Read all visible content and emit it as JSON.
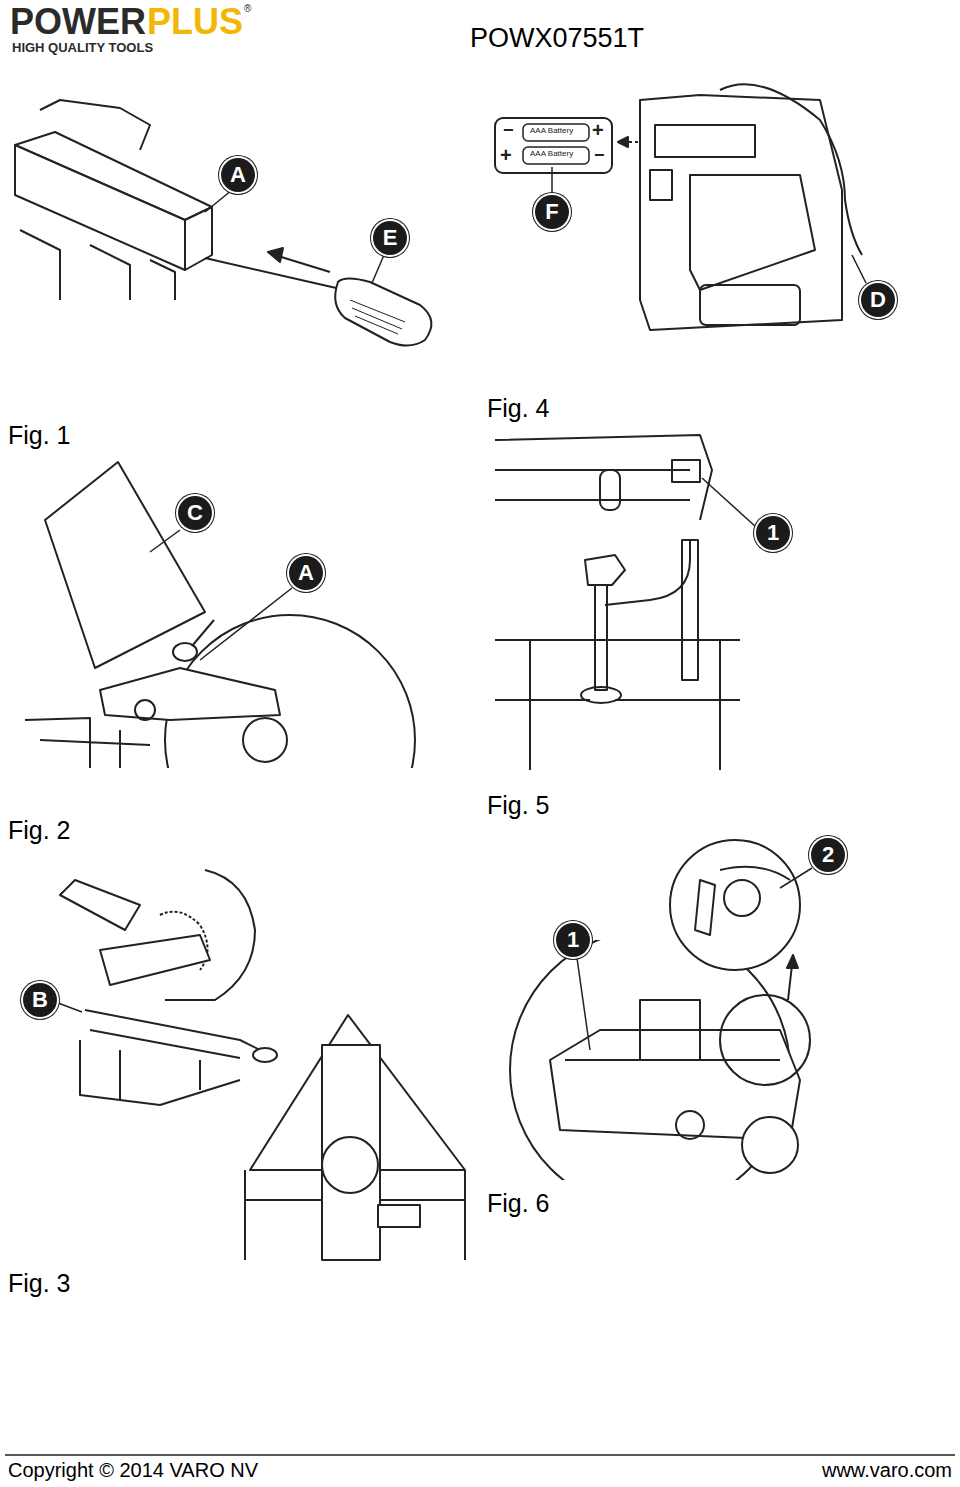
{
  "diagram": {
    "nodes": [
      {
        "text": [
          "A"
        ]
      },
      {
        "text": [
          "F"
        ]
      },
      {
        "text": [
          "E"
        ]
      },
      {
        "text": [
          "D"
        ]
      },
      {
        "text": [
          "C"
        ]
      },
      {
        "text": [
          "1"
        ]
      },
      {
        "text": [
          "A"
        ]
      },
      {
        "text": [
          "2"
        ]
      },
      {
        "text": [
          "1"
        ]
      },
      {
        "text": [
          "B"
        ]
      }
    ],
    "labels": [
      "POWER",
      "PLUS",
      "®",
      "HIGH QUALITY TOOLS",
      "POWX07551T",
      "AAA Battery",
      "AAA Battery",
      "−",
      "+",
      "+",
      "−",
      "Fig. 1",
      "Fig. 4",
      "Fig. 2",
      "Fig. 5",
      "Fig. 6",
      "Fig. 3",
      "Copyright © 2014 VARO NV",
      "www.varo.com"
    ]
  }
}
